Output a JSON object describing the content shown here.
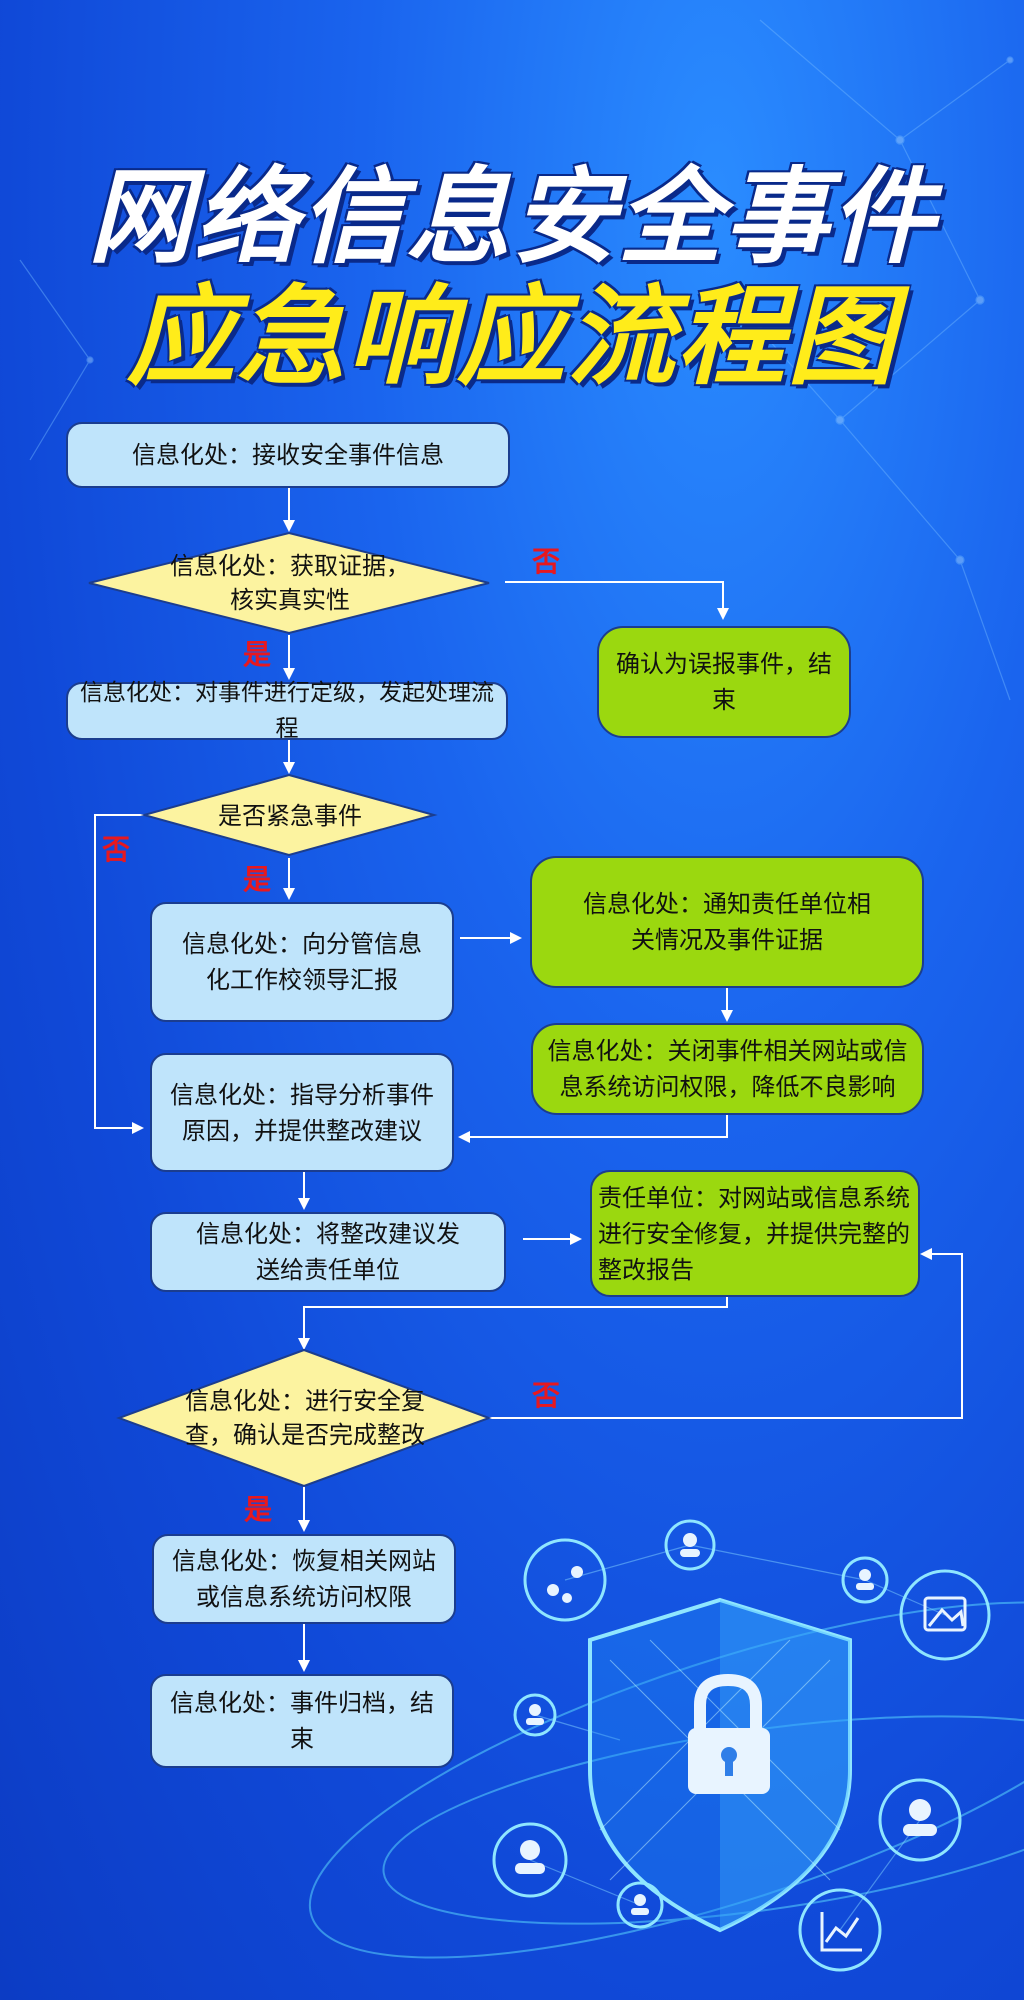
{
  "title": {
    "line1": "网络信息安全事件",
    "line2": "应急响应流程图"
  },
  "flow": {
    "step1": "信息化处：接收安全事件信息",
    "decision1": "信息化处：获取证据，核实真实性",
    "false_alarm": "确认为误报事件，结束",
    "step2": "信息化处：对事件进行定级，发起处理流程",
    "decision2": "是否紧急事件",
    "step3": "信息化处：向分管信息化工作校领导汇报",
    "notify": "信息化处：通知责任单位相关情况及事件证据",
    "close_access": "信息化处：关闭事件相关网站或信息系统访问权限，降低不良影响",
    "step4": "信息化处：指导分析事件原因，并提供整改建议",
    "step5": "信息化处：将整改建议发送给责任单位",
    "repair": "责任单位：对网站或信息系统进行安全修复，并提供完整的整改报告",
    "decision3": "信息化处：进行安全复查，确认是否完成整改",
    "step6": "信息化处：恢复相关网站或信息系统访问权限",
    "step7": "信息化处：事件归档，结束"
  },
  "labels": {
    "yes": "是",
    "no": "否"
  },
  "colors": {
    "box_blue": "#bfe4fb",
    "box_green": "#9bd80f",
    "diamond_yellow": "#fcf3a0",
    "label_red": "#e8181e",
    "title_yellow": "#ffec1a"
  },
  "icons": [
    "network-icon",
    "user-icon",
    "image-icon",
    "chart-icon",
    "padlock-icon",
    "shield-icon"
  ]
}
